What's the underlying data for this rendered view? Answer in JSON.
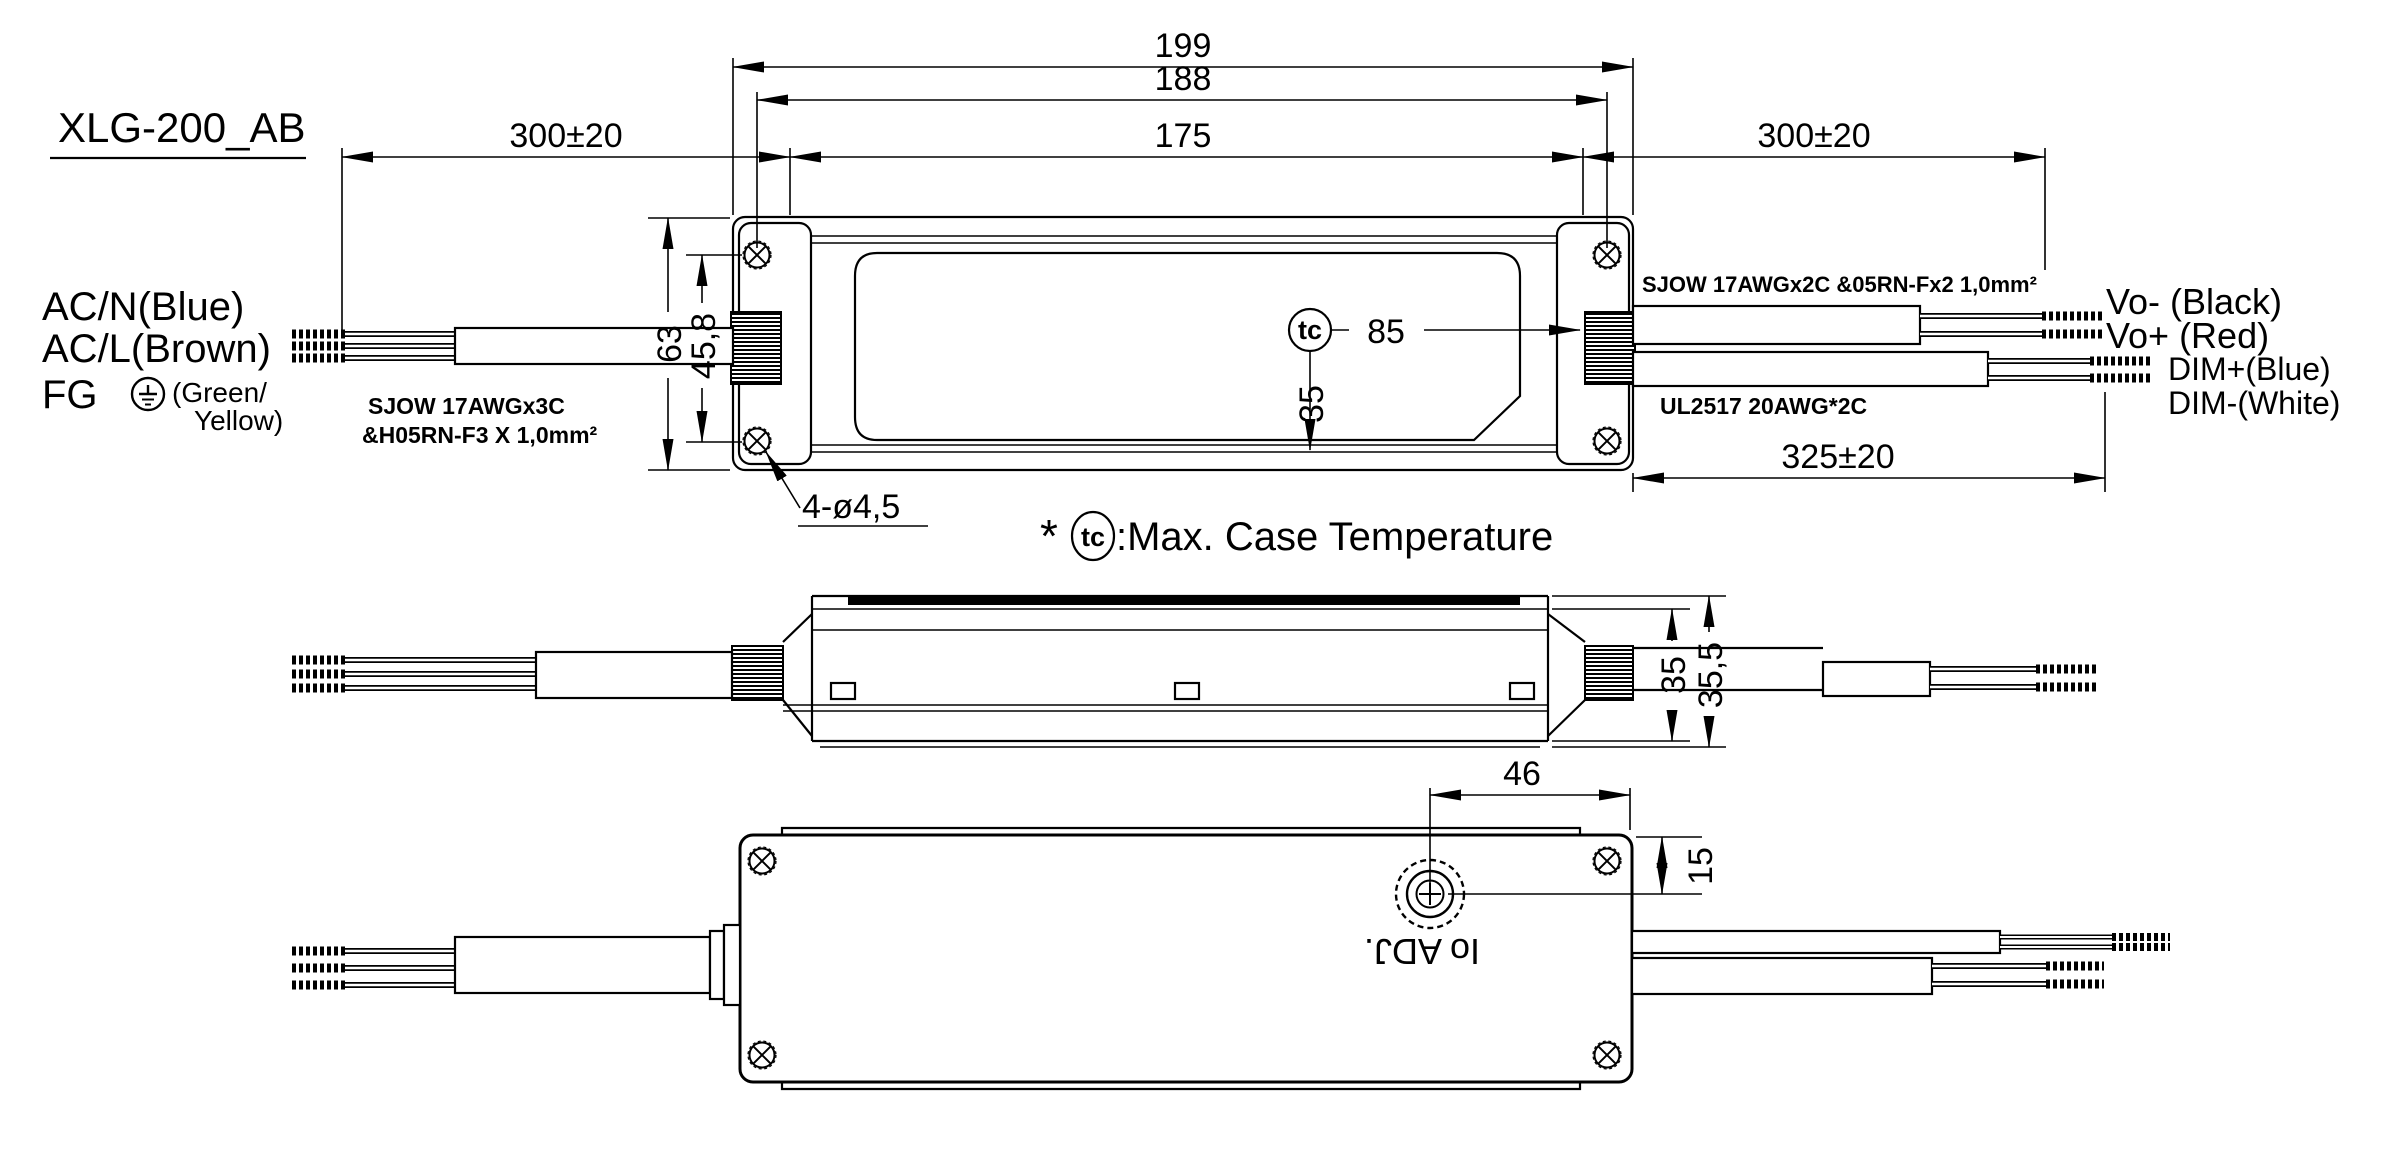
{
  "drawing": {
    "model": "XLG-200_AB",
    "note": {
      "prefix": "*",
      "symbol": "tc",
      "text": ":Max. Case Temperature"
    },
    "top_view": {
      "dim_overall_length": "199",
      "dim_hole_spacing_h": "188",
      "dim_case_length": "175",
      "dim_input_cable": "300±20",
      "dim_output_cable": "300±20",
      "dim_dim_cable": "325±20",
      "dim_case_width": "63",
      "dim_hole_spacing_v": "45,8",
      "dim_tc_from_end": "85",
      "dim_tc_from_edge": "35",
      "dim_mounting_holes": "4-ø4,5",
      "tc_label": "tc",
      "input": {
        "label_acn": "AC/N(Blue)",
        "label_acl": "AC/L(Brown)",
        "label_fg": "FG",
        "label_fg_color1": "(Green/",
        "label_fg_color2": "Yellow)",
        "spec_line1": "SJOW 17AWGx3C",
        "spec_line2": "&H05RN-F3 X 1,0mm²"
      },
      "output": {
        "label_vminus": "Vo- (Black)",
        "label_vplus": "Vo+ (Red)",
        "label_dimplus": "DIM+(Blue)",
        "label_dimminus": "DIM-(White)",
        "spec_main": "SJOW 17AWGx2C &05RN-Fx2 1,0mm²",
        "spec_dim": "UL2517 20AWG*2C"
      }
    },
    "side_view": {
      "dim_case_height": "35",
      "dim_overall_height": "35,5"
    },
    "bottom_view": {
      "dim_pot_from_right": "46",
      "dim_pot_from_top": "15",
      "pot_label": "Io ADJ."
    }
  }
}
